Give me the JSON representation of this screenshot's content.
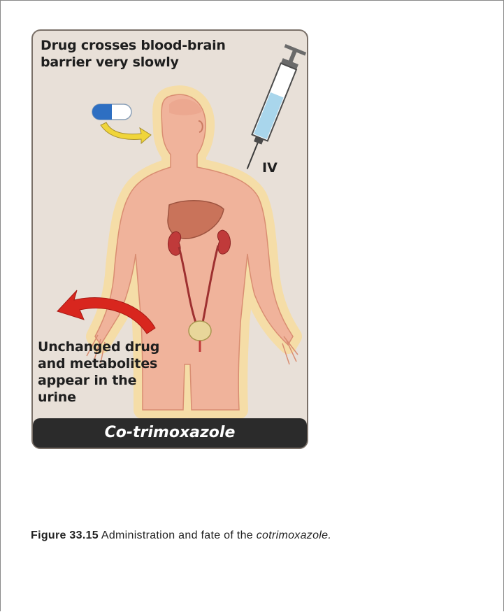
{
  "figure": {
    "top_caption": "Drug crosses blood-brain barrier very slowly",
    "route_label": "IV",
    "urine_caption": "Unchanged drug and metabolites appear in the urine",
    "drug_name": "Co-trimoxazole"
  },
  "caption": {
    "number": "Figure 33.15",
    "text": " Administration and fate of the ",
    "drug": "cotrimoxazole."
  },
  "colors": {
    "panel": "#e8e0d8",
    "skin": "#f0b39b",
    "glow": "#f5dca4",
    "liver": "#c9735a",
    "kidney": "#c03a3a",
    "arrow": "#d8261e",
    "oral_arrow": "#f0d53a",
    "syringe_fluid": "#a9d6ec",
    "banner": "#2b2b2b"
  }
}
